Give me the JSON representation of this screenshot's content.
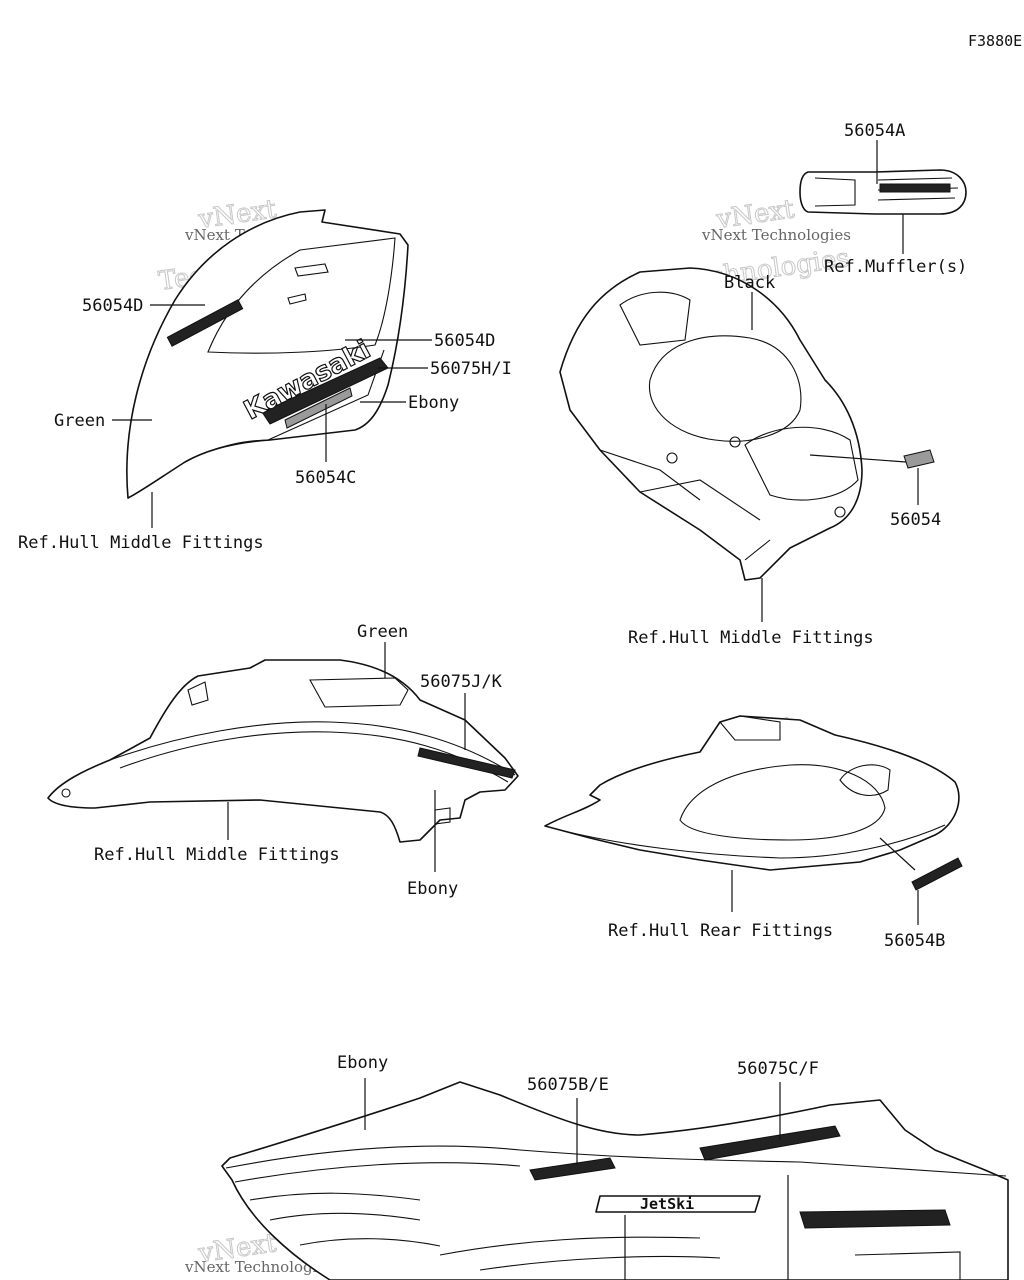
{
  "figure_code": "F3880E",
  "watermark": {
    "line1": "vNext Technologies",
    "line2": "vNext",
    "line3": "Technologies"
  },
  "brand_text": {
    "kawasaki": "Kawasaki",
    "jetski": "JetSki"
  },
  "groups": {
    "front_deck": {
      "labels": {
        "part_56054d_left": "56054D",
        "part_56054d_right": "56054D",
        "part_56075h_i": "56075H/I",
        "part_56054c": "56054C",
        "color_green": "Green",
        "color_ebony": "Ebony",
        "ref": "Ref.Hull Middle Fittings"
      }
    },
    "muffler": {
      "labels": {
        "part": "56054A",
        "ref": "Ref.Muffler(s)"
      }
    },
    "inner_hull": {
      "labels": {
        "color_black": "Black",
        "part": "56054",
        "ref": "Ref.Hull Middle Fittings"
      }
    },
    "side_cover": {
      "labels": {
        "color_green": "Green",
        "part": "56075J/K",
        "ref": "Ref.Hull Middle Fittings",
        "color_ebony": "Ebony"
      }
    },
    "rear_hull": {
      "labels": {
        "ref": "Ref.Hull Rear Fittings",
        "part": "56054B"
      }
    },
    "side_hull": {
      "labels": {
        "color_ebony": "Ebony",
        "part_56075b_e": "56075B/E",
        "part_56075c_f": "56075C/F"
      }
    }
  }
}
